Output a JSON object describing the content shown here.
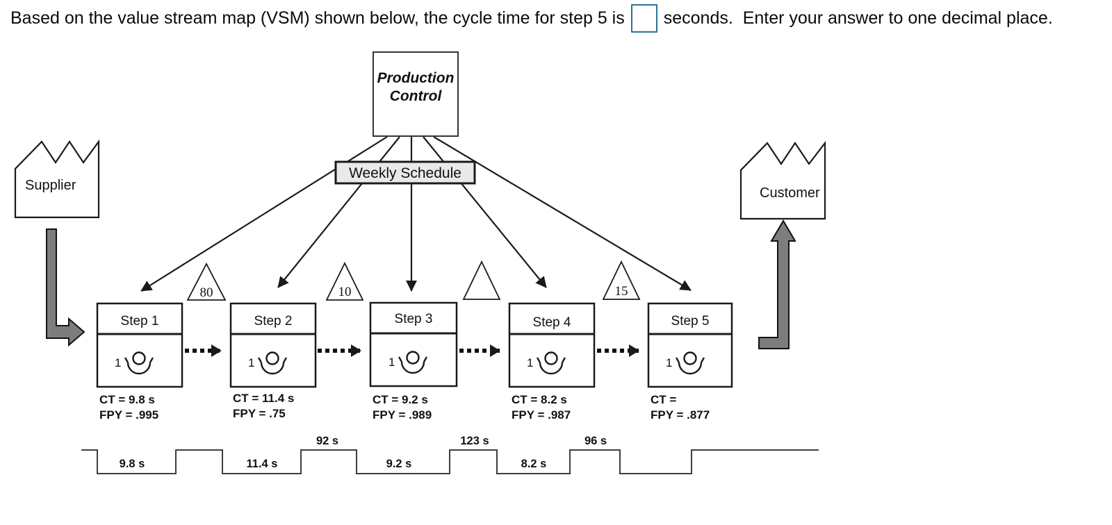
{
  "question": {
    "text_before": "Based on the value stream map (VSM) shown below, the cycle time for step 5 is",
    "text_after": "seconds.  Enter your answer to one decimal place.",
    "answer_value": ""
  },
  "production_control": {
    "line1": "Production",
    "line2": "Control"
  },
  "weekly_schedule": {
    "label": "Weekly Schedule"
  },
  "supplier": {
    "label": "Supplier"
  },
  "customer": {
    "label": "Customer"
  },
  "steps": [
    {
      "name": "Step 1",
      "operators": "1",
      "ct": "CT = 9.8 s",
      "fpy": "FPY = .995"
    },
    {
      "name": "Step 2",
      "operators": "1",
      "ct": "CT = 11.4 s",
      "fpy": "FPY = .75"
    },
    {
      "name": "Step 3",
      "operators": "1",
      "ct": "CT = 9.2 s",
      "fpy": "FPY = .989"
    },
    {
      "name": "Step 4",
      "operators": "1",
      "ct": "CT = 8.2 s",
      "fpy": "FPY = .987"
    },
    {
      "name": "Step 5",
      "operators": "1",
      "ct": "CT =",
      "fpy": "FPY = .877"
    }
  ],
  "inventory_triangles": [
    "80",
    "10",
    "",
    "15"
  ],
  "timeline": {
    "process_times": [
      "9.8 s",
      "11.4 s",
      "9.2 s",
      "8.2 s",
      ""
    ],
    "wait_times": [
      "",
      "92 s",
      "123 s",
      "96 s"
    ]
  },
  "colors": {
    "answer_box_border": "#2b7391",
    "material_arrow_gray": "#7d7d7d",
    "schedule_fill": "#e9e9e9",
    "line_black": "#1a1a1a"
  }
}
